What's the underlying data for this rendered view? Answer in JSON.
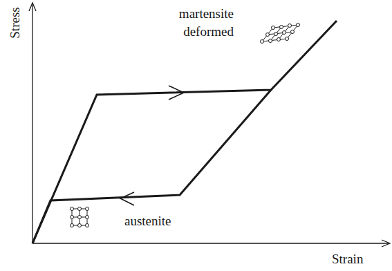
{
  "diagram": {
    "labels": [
      "Stress",
      "Strain",
      "martensite deformed",
      "austenite"
    ]
  }
}
